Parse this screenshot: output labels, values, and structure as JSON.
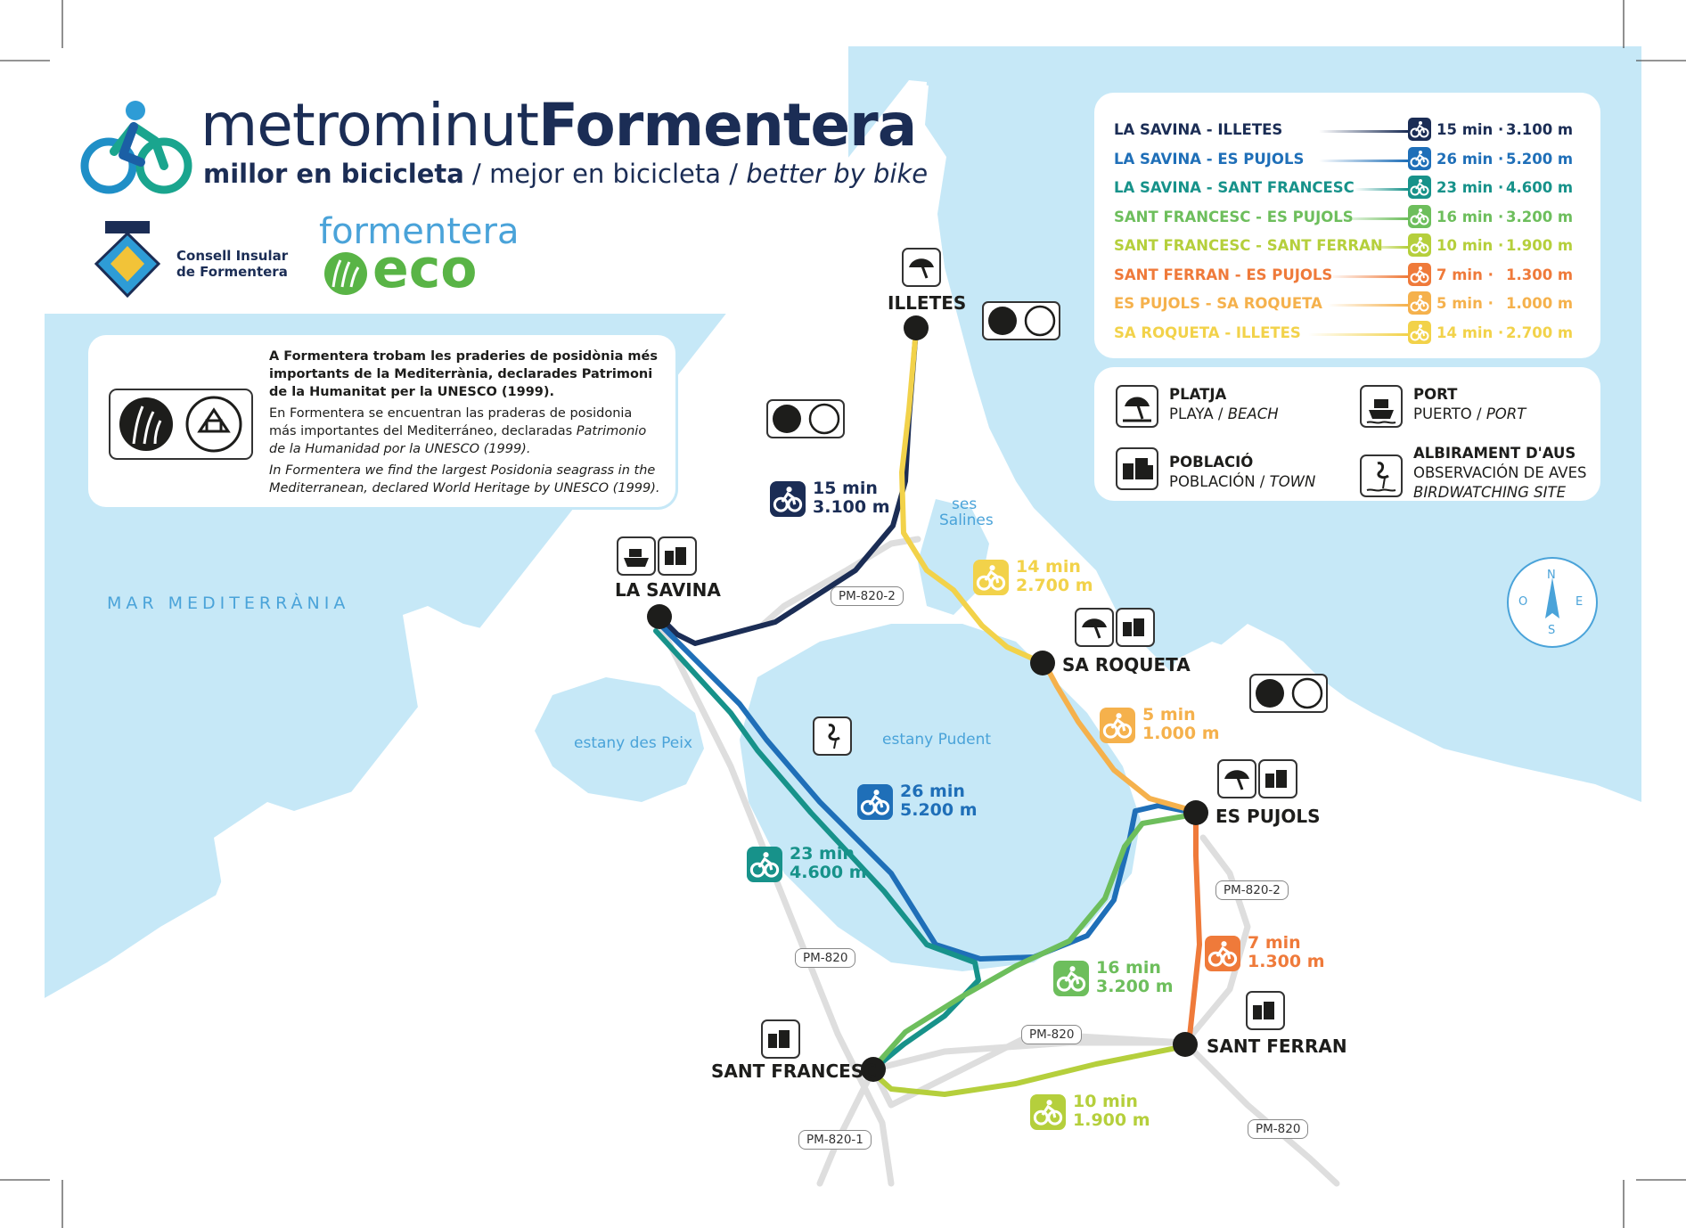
{
  "brand": {
    "title_light": "metrominut",
    "title_bold": "Formentera",
    "tag_ca": "millor en bicicleta",
    "tag_es": "mejor en bicicleta",
    "tag_en": "better by bike",
    "tag_sep": " / "
  },
  "council": {
    "line1": "Consell Insular",
    "line2": "de Formentera"
  },
  "eco": {
    "top": "formentera",
    "bottom": "eco"
  },
  "info": {
    "ca": "A Formentera trobam les praderies de posidònia més importants de la Mediterrània, declarades Patrimoni de la Humanitat per la UNESCO (1999).",
    "es_a": "En Formentera se encuentran las praderas de posidonia más importantes del Mediterráneo, declaradas ",
    "es_b": "Patrimonio de la Humanidad por la UNESCO (1999).",
    "en": "In Formentera we find the largest Posidonia seagrass in the Mediterranean, declared World Heritage by UNESCO (1999)."
  },
  "routes": [
    {
      "name": "LA SAVINA - ILLETES",
      "time": "15 min",
      "dist": "3.100 m",
      "color": "#1b2d55"
    },
    {
      "name": "LA SAVINA - ES PUJOLS",
      "time": "26 min",
      "dist": "5.200 m",
      "color": "#1f6fb8"
    },
    {
      "name": "LA SAVINA - SANT FRANCESC",
      "time": "23 min",
      "dist": "4.600 m",
      "color": "#17928a"
    },
    {
      "name": "SANT FRANCESC - ES PUJOLS",
      "time": "16 min",
      "dist": "3.200 m",
      "color": "#6dbe5c"
    },
    {
      "name": "SANT FRANCESC - SANT FERRAN",
      "time": "10 min",
      "dist": "1.900 m",
      "color": "#b5cf3c"
    },
    {
      "name": "SANT FERRAN - ES PUJOLS",
      "time": "7 min",
      "dist": "1.300 m",
      "color": "#ef7a3a"
    },
    {
      "name": "ES PUJOLS - SA ROQUETA",
      "time": "5 min",
      "dist": "1.000 m",
      "color": "#f5b14c"
    },
    {
      "name": "SA ROQUETA - ILLETES",
      "time": "14 min",
      "dist": "2.700 m",
      "color": "#f2d24a"
    }
  ],
  "dot": "·",
  "legend": {
    "beach": {
      "title": "PLATJA",
      "es": "PLAYA",
      "en": "BEACH"
    },
    "port": {
      "title": "PORT",
      "es": "PUERTO",
      "en": "PORT"
    },
    "town": {
      "title": "POBLACIÓ",
      "es": "POBLACIÓN",
      "en": "TOWN"
    },
    "birds": {
      "title": "ALBIRAMENT D'AUS",
      "es": "OBSERVACIÓN DE AVES",
      "en": "BIRDWATCHING SITE"
    },
    "slash": " / "
  },
  "map": {
    "sea": "MAR MEDITERRÀNIA",
    "lake_peix": "estany des Peix",
    "lake_pudent": "estany Pudent",
    "salines_1": "ses",
    "salines_2": "Salines",
    "places": {
      "illetes": "ILLETES",
      "savina": "LA SAVINA",
      "roqueta": "SA ROQUETA",
      "pujols": "ES PUJOLS",
      "ferran": "SANT FERRAN",
      "francesc": "SANT FRANCESC"
    },
    "roads": {
      "r1": "PM-820-2",
      "r2": "PM-820-2",
      "r3": "PM-820",
      "r4": "PM-820",
      "r5": "PM-820",
      "r6": "PM-820-1"
    },
    "compass": {
      "n": "N",
      "s": "S",
      "e": "E",
      "o": "O"
    }
  },
  "colors": {
    "sea": "#c6e8f7",
    "land": "#ffffff",
    "accent": "#4aa3d9",
    "navy": "#1b2d55"
  }
}
